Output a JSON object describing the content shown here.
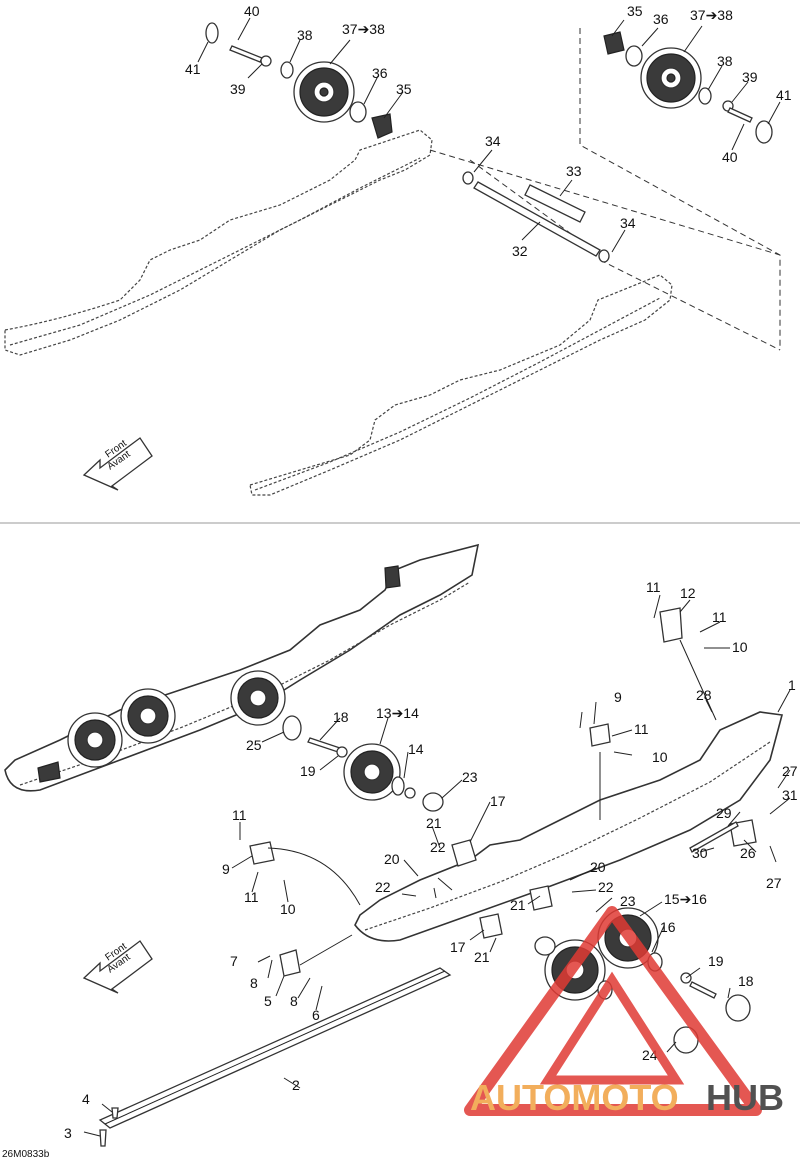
{
  "figure_code": "26M0833b",
  "front_arrow": {
    "line1": "Front",
    "line2": "Avant"
  },
  "watermark": {
    "part1": "AUTOMOTO",
    "part2": "HUB"
  },
  "colors": {
    "watermark_red": "#e03a34",
    "watermark_orange": "#f0a040",
    "watermark_dark": "#333333",
    "line": "#222222"
  },
  "callouts_top": [
    "40",
    "41",
    "39",
    "38",
    "37➔38",
    "36",
    "35",
    "35",
    "36",
    "37➔38",
    "38",
    "39",
    "41",
    "40",
    "34",
    "33",
    "32",
    "34"
  ],
  "callouts_bottom": [
    "11",
    "12",
    "11",
    "10",
    "1",
    "28",
    "9",
    "11",
    "10",
    "13➔14",
    "18",
    "19",
    "25",
    "14",
    "23",
    "17",
    "21",
    "27",
    "31",
    "29",
    "26",
    "30",
    "27",
    "11",
    "9",
    "11",
    "10",
    "20",
    "22",
    "22",
    "20",
    "22",
    "23",
    "15➔16",
    "16",
    "19",
    "18",
    "24",
    "7",
    "8",
    "5",
    "8",
    "6",
    "17",
    "21",
    "21",
    "2",
    "4",
    "3"
  ]
}
